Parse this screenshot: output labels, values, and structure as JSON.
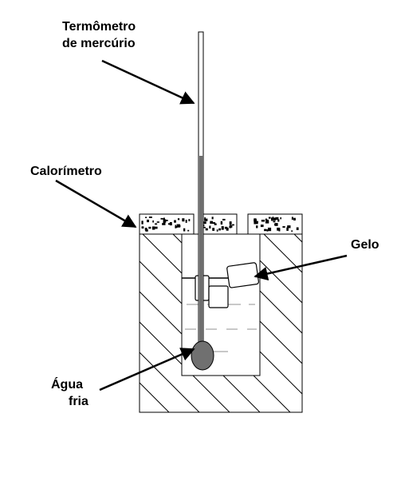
{
  "labels": {
    "thermometer_line1": "Termômetro",
    "thermometer_line2": "de mercúrio",
    "calorimeter": "Calorímetro",
    "ice": "Gelo",
    "water_line1": "Água",
    "water_line2": "fria"
  },
  "colors": {
    "stroke": "#000000",
    "mercury": "#6e6e6e",
    "bulb": "#707070",
    "water_line": "#c8c8c8",
    "background": "#ffffff"
  }
}
